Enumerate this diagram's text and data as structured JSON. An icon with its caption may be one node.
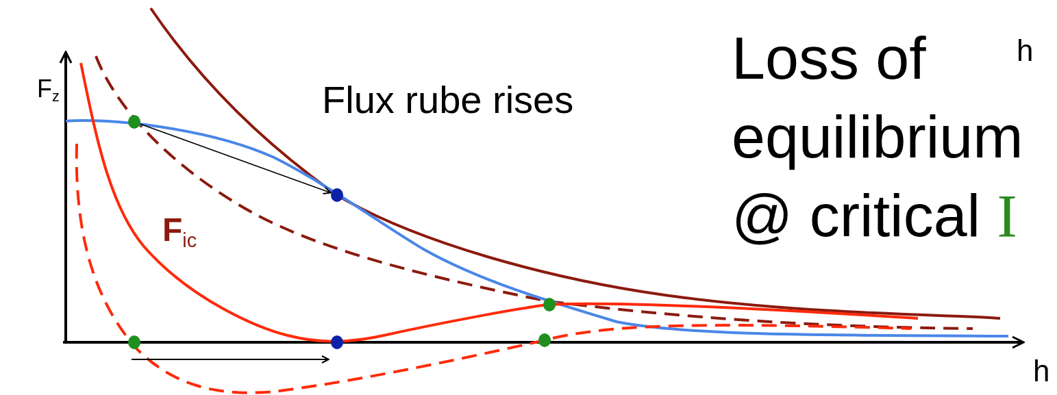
{
  "diagram": {
    "nodes": [
      {
        "text": [],
        "shape": "circle"
      },
      {
        "text": [],
        "shape": "circle"
      },
      {
        "text": [],
        "shape": "circle"
      },
      {
        "text": [],
        "shape": "circle"
      },
      {
        "text": [],
        "shape": "circle"
      },
      {
        "text": [],
        "shape": "circle"
      }
    ],
    "edges": [
      {
        "from": 0,
        "to": 2,
        "arrow": "to"
      }
    ],
    "labels": [
      "h",
      "F$_{z}$",
      "Flux rube rises",
      "Loss of equilibrium @ critical",
      "I",
      "**F**$_{ic}$",
      "h"
    ]
  }
}
